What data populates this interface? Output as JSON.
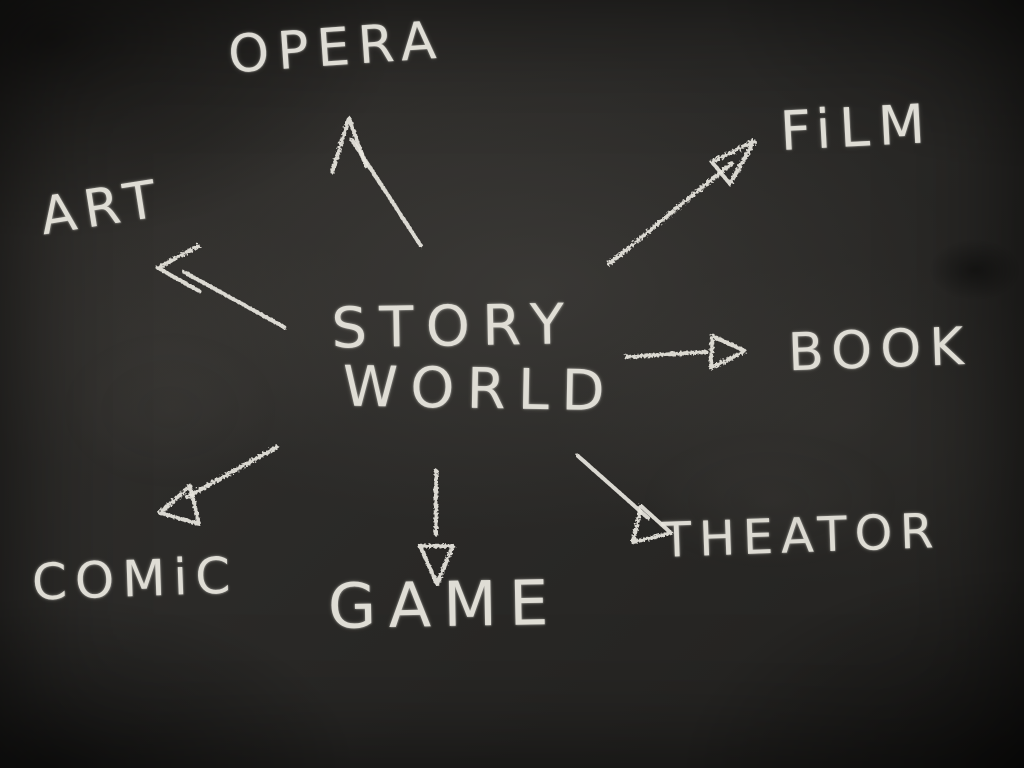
{
  "colors": {
    "chalk": "#e9e7df",
    "board": "#2b2a28"
  },
  "diagram": {
    "type": "mind-map",
    "style": "chalkboard hand-drawn",
    "center": {
      "line1": "STORY",
      "line2": "WORLD"
    },
    "nodes": {
      "opera": {
        "label": "OPERA"
      },
      "art": {
        "label": "ART"
      },
      "film": {
        "label": "FiLM"
      },
      "book": {
        "label": "BOOK"
      },
      "theator": {
        "label": "THEATOR"
      },
      "game": {
        "label": "GAME"
      },
      "comic": {
        "label": "COMiC"
      }
    },
    "edges": [
      {
        "from": "STORY WORLD",
        "to": "OPERA"
      },
      {
        "from": "STORY WORLD",
        "to": "ART"
      },
      {
        "from": "STORY WORLD",
        "to": "FiLM"
      },
      {
        "from": "STORY WORLD",
        "to": "BOOK"
      },
      {
        "from": "STORY WORLD",
        "to": "THEATOR"
      },
      {
        "from": "STORY WORLD",
        "to": "GAME"
      },
      {
        "from": "STORY WORLD",
        "to": "COMiC"
      }
    ]
  }
}
